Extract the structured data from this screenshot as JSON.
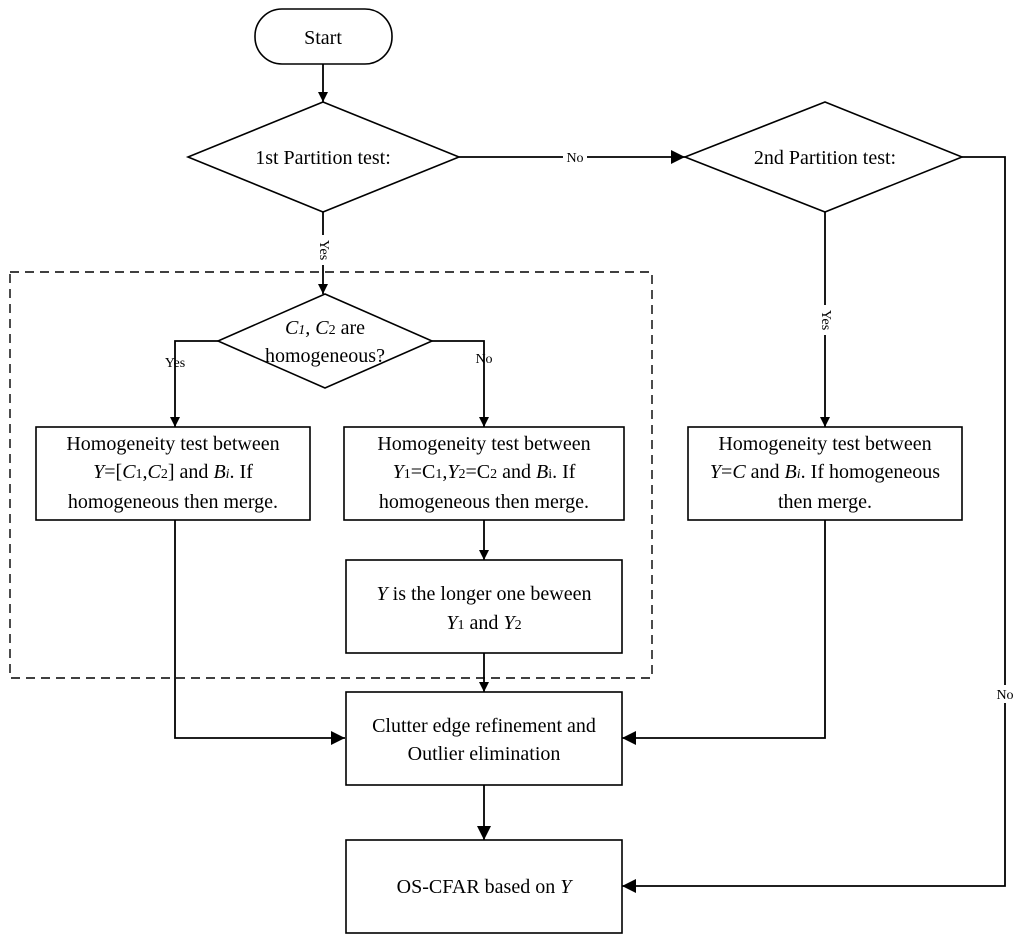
{
  "start": "Start",
  "decision1": "1st Partition test:",
  "decision2": "2nd Partition test:",
  "decision3": {
    "v1": "C",
    "s1": "1",
    "sep": ", ",
    "v2": "C",
    "s2": "2",
    "rest": " are",
    "line2": "homogeneous?"
  },
  "box_left": {
    "line1": "Homogeneity test between",
    "line2": {
      "a": "Y",
      "b": "=[",
      "c": "C",
      "d": "1",
      "e": ",",
      "f": "C",
      "g": "2",
      "h": "] and ",
      "i": "B",
      "j": "i",
      "k": ". If"
    },
    "line3": "homogeneous then merge."
  },
  "box_mid": {
    "line1": "Homogeneity test between",
    "line2": {
      "a": "Y",
      "b": "1",
      "c": "=C",
      "d": "1",
      "e": ",",
      "f": "Y",
      "g": "2",
      "h": "=C",
      "i": "2",
      "j": " and ",
      "k": "B",
      "l": "i",
      "m": ". If"
    },
    "line3": "homogeneous then merge."
  },
  "box_right": {
    "line1": "Homogeneity test between",
    "line2": {
      "a": "Y",
      "b": "=",
      "c": "C",
      "d": " and ",
      "e": "B",
      "f": "i",
      "g": ". If homogeneous"
    },
    "line3": "then merge."
  },
  "box_longer": {
    "line1": {
      "a": "Y",
      "b": " is the longer one beween"
    },
    "line2": {
      "a": "Y",
      "b": "1",
      "c": " and ",
      "d": "Y",
      "e": "2"
    }
  },
  "box_refine": {
    "line1": "Clutter edge refinement and",
    "line2": "Outlier elimination"
  },
  "box_cfar": {
    "a": "OS-CFAR based on ",
    "b": "Y"
  },
  "labels": {
    "no": "No",
    "yes": "Yes"
  }
}
